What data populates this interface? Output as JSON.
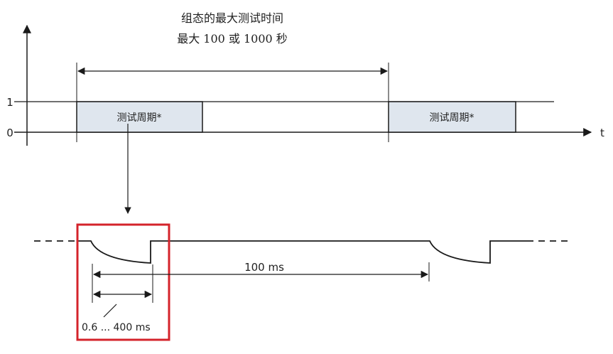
{
  "header": {
    "title_line1": "组态的最大测试时间",
    "title_line2": "最大 100 或 1000 秒"
  },
  "axis": {
    "level_high": "1",
    "level_low": "0",
    "time": "t"
  },
  "pulses": [
    {
      "label": "测试周期*"
    },
    {
      "label": "测试周期*"
    }
  ],
  "timing": {
    "period_label": "100 ms",
    "pulse_width_label": "0.6 ... 400 ms"
  },
  "colors": {
    "pulse_fill": "#dfe6ee",
    "highlight": "#d4232b",
    "line": "#1a1a1a"
  }
}
